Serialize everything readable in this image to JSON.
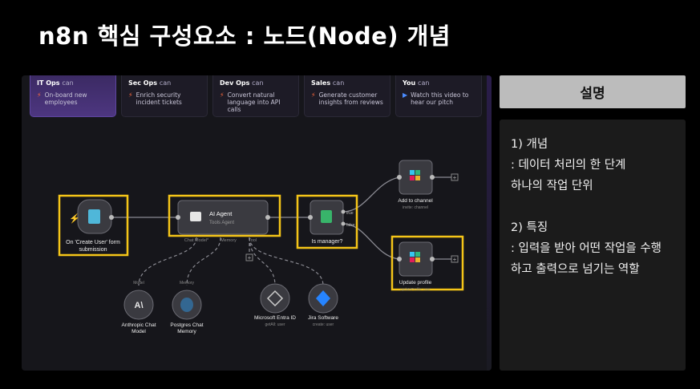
{
  "page": {
    "title": "n8n 핵심 구성요소 : 노드(Node) 개념"
  },
  "tabs": [
    {
      "title": "IT Ops",
      "sub": "can",
      "icon": "bolt-icon",
      "desc1": "On-board new",
      "desc2": "employees",
      "active": true
    },
    {
      "title": "Sec Ops",
      "sub": "can",
      "icon": "bolt-icon",
      "desc1": "Enrich security",
      "desc2": "incident tickets",
      "active": false
    },
    {
      "title": "Dev Ops",
      "sub": "can",
      "icon": "bolt-icon",
      "desc1": "Convert natural",
      "desc2": "language into API calls",
      "active": false
    },
    {
      "title": "Sales",
      "sub": "can",
      "icon": "bolt-icon",
      "desc1": "Generate customer",
      "desc2": "insights from reviews",
      "active": false
    },
    {
      "title": "You",
      "sub": "can",
      "icon": "play-icon",
      "desc1": "Watch this video to",
      "desc2": "hear our pitch",
      "active": false
    }
  ],
  "workflow": {
    "trigger": {
      "label1": "On 'Create User' form",
      "label2": "submission"
    },
    "agent": {
      "name": "AI Agent",
      "sub": "Tools Agent",
      "port1": "Chat Model*",
      "port2": "Memory",
      "port3": "Tool"
    },
    "if_node": {
      "label": "Is manager?",
      "true_label": "true",
      "false_label": "false"
    },
    "slack1": {
      "label": "Add to channel",
      "sub": "invite: channel"
    },
    "slack2": {
      "label": "Update profile",
      "sub": "updateProfile: user"
    },
    "anthropic": {
      "tag": "Model",
      "label1": "Anthropic Chat",
      "label2": "Model"
    },
    "postgres": {
      "tag": "Memory",
      "label1": "Postgres Chat",
      "label2": "Memory"
    },
    "entra": {
      "label": "Microsoft Entra ID",
      "sub": "getAll: user"
    },
    "jira": {
      "label": "Jira Software",
      "sub": "create: user"
    },
    "plus": "+"
  },
  "panel": {
    "header": "설명",
    "lines": [
      "1) 개념",
      ": 데이터 처리의 한 단계",
      "하나의 작업 단위",
      "",
      "2) 특징",
      ": 입력을 받아 어떤 작업을 수행",
      "하고 출력으로 넘기는 역할"
    ]
  },
  "colors": {
    "highlight": "#f5c518",
    "node_bg": "#3a3a40",
    "node_border": "#6a6a72",
    "purple": "#4d3680"
  }
}
